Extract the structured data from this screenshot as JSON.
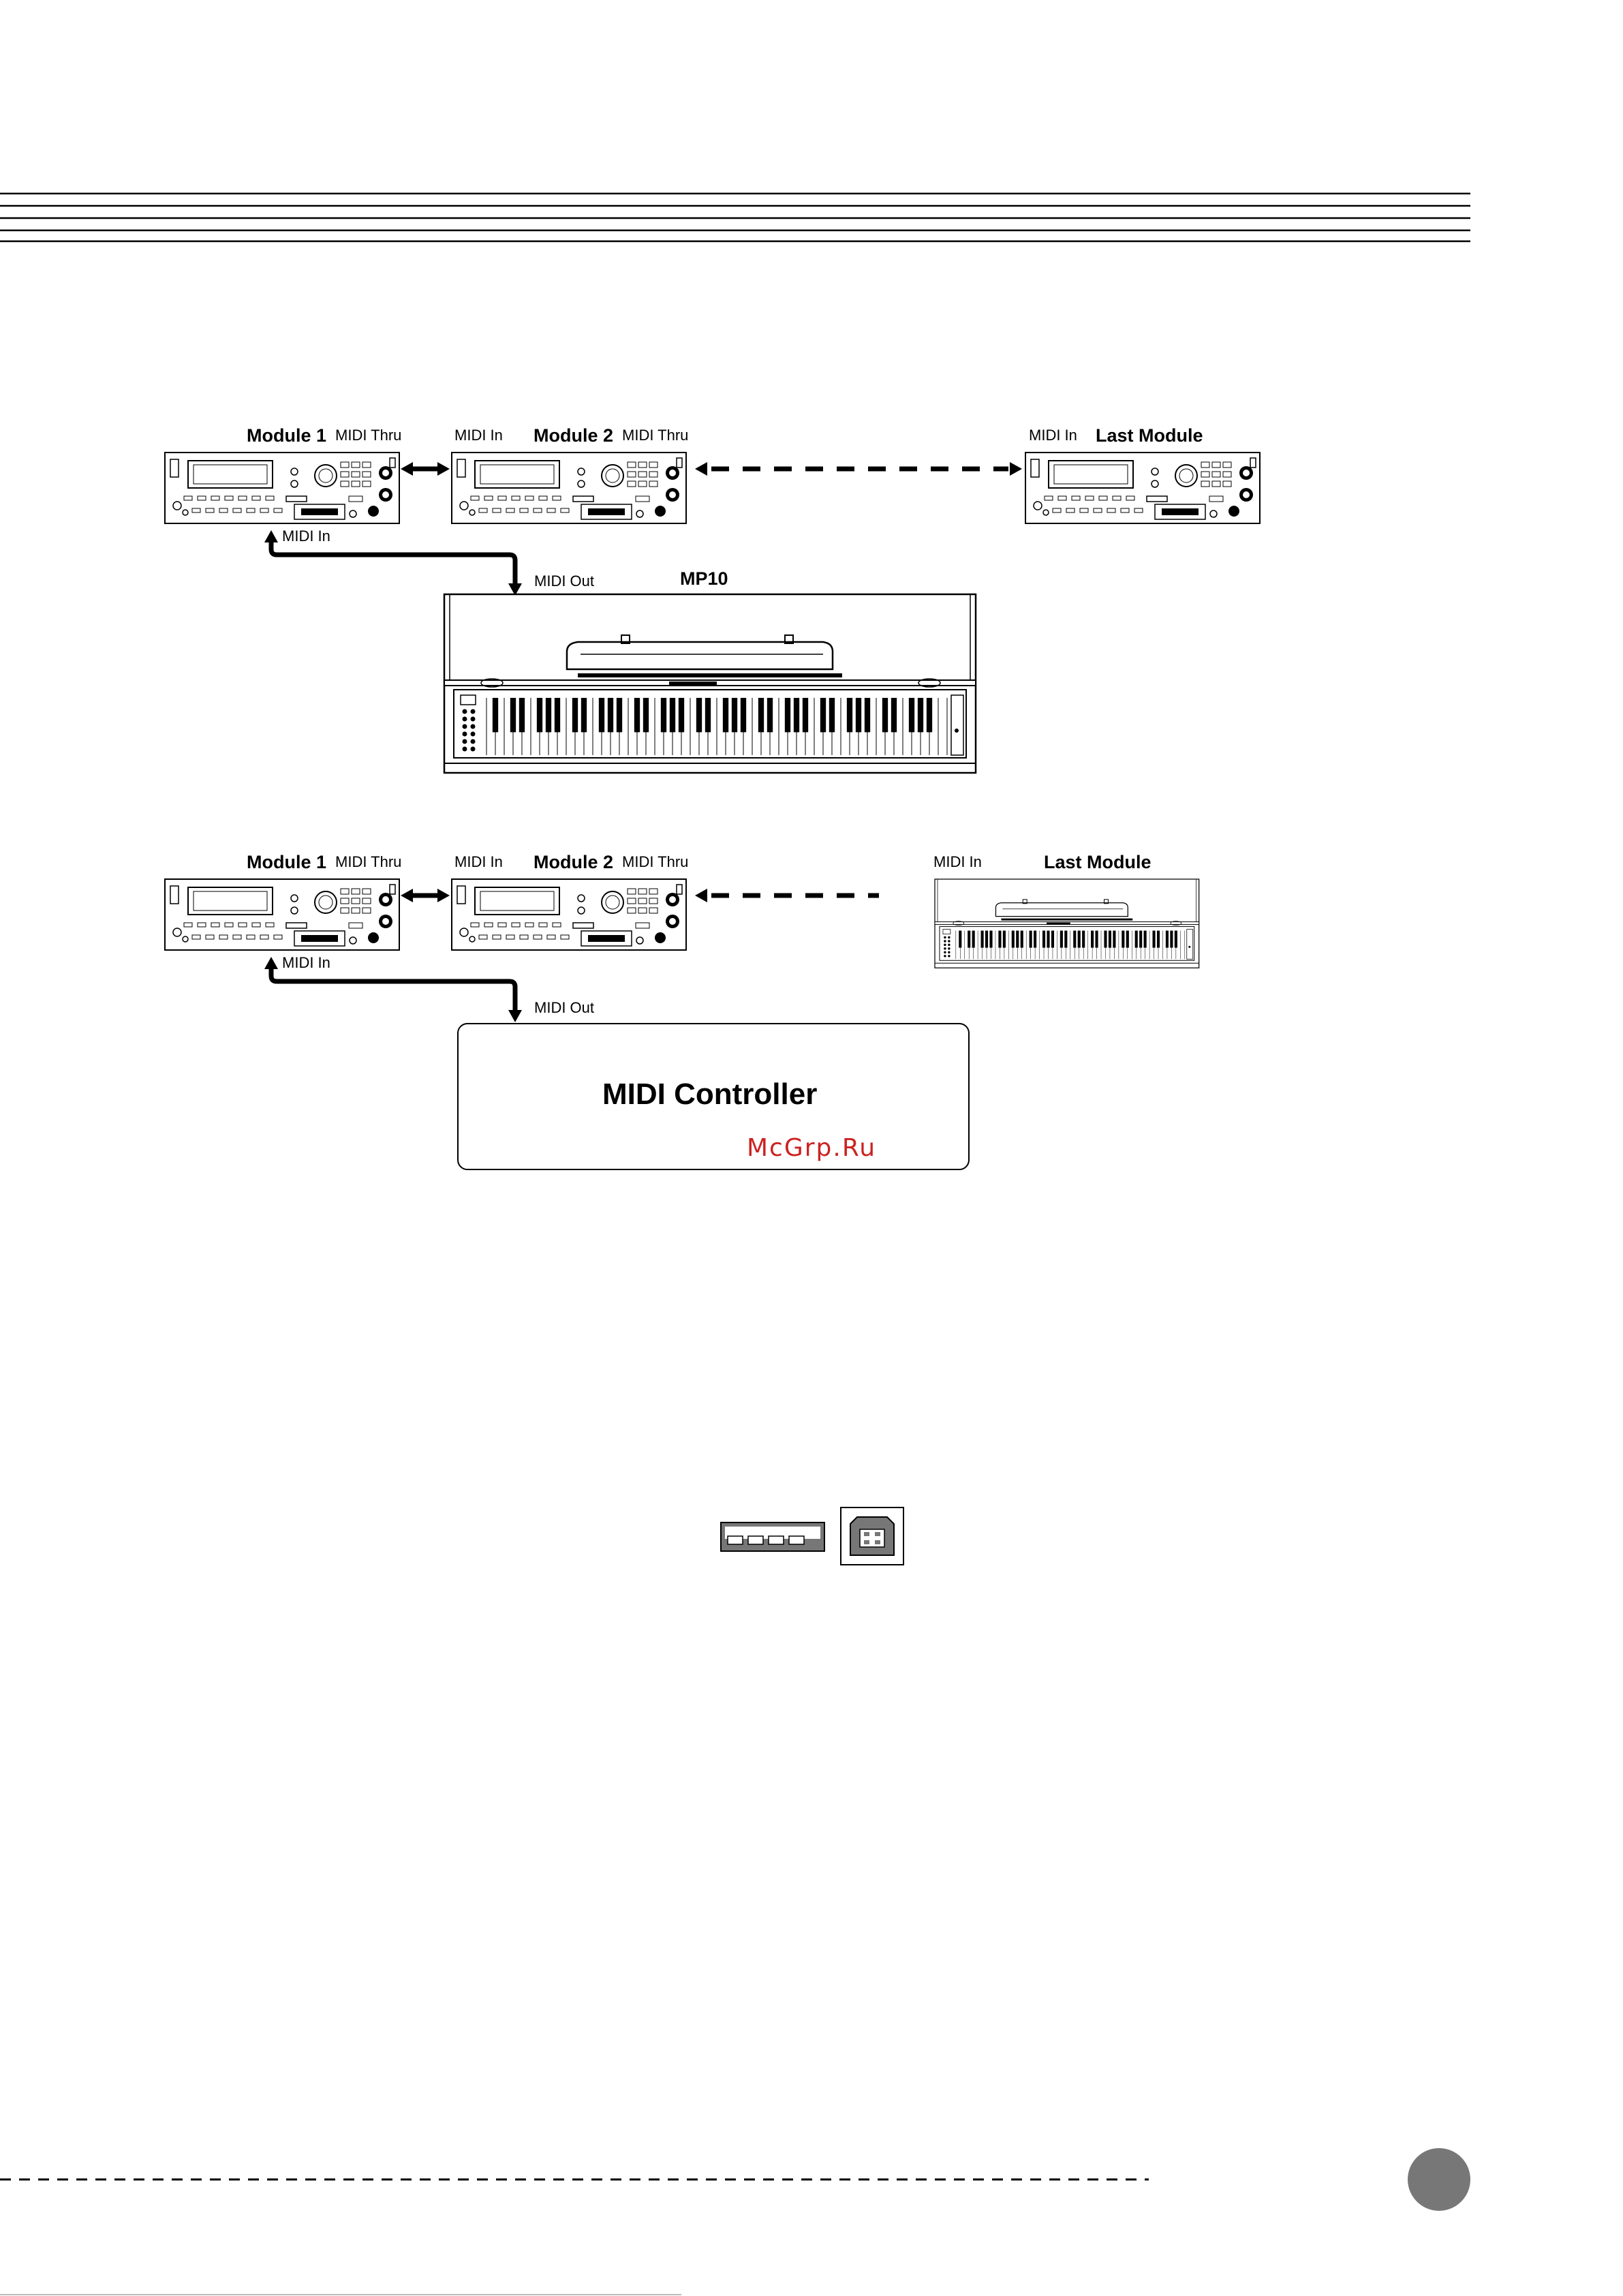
{
  "diagram1": {
    "module1": {
      "title": "Module 1",
      "thru": "MIDI Thru",
      "in": "MIDI In"
    },
    "module2": {
      "in": "MIDI In",
      "title": "Module 2",
      "thru": "MIDI Thru"
    },
    "last": {
      "in": "MIDI In",
      "title": "Last Module"
    },
    "source": {
      "out": "MIDI Out",
      "title": "MP10"
    }
  },
  "diagram2": {
    "module1": {
      "title": "Module 1",
      "thru": "MIDI Thru",
      "in": "MIDI In"
    },
    "module2": {
      "in": "MIDI In",
      "title": "Module 2",
      "thru": "MIDI Thru"
    },
    "last": {
      "in": "MIDI In",
      "title": "Last Module"
    },
    "source": {
      "out": "MIDI Out",
      "title": "MIDI Controller"
    }
  },
  "watermark": "McGrp.Ru",
  "usb_ports": [
    "usb-type-a-port-icon",
    "usb-type-b-port-icon"
  ]
}
